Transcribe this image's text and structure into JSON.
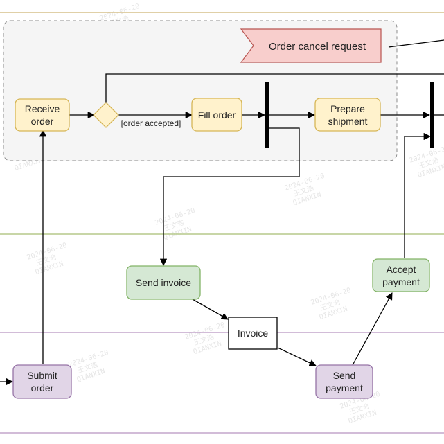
{
  "diagram": {
    "nodes": {
      "order_cancel_request": "Order cancel request",
      "receive_order": [
        "Receive",
        "order"
      ],
      "fill_order": "Fill order",
      "prepare_shipment": [
        "Prepare",
        "shipment"
      ],
      "send_invoice": "Send invoice",
      "invoice": "Invoice",
      "accept_payment": [
        "Accept",
        "payment"
      ],
      "submit_order": [
        "Submit",
        "order"
      ],
      "send_payment": [
        "Send",
        "payment"
      ]
    },
    "edges": {
      "order_accepted_guard": "[order accepted]"
    }
  },
  "watermark": [
    "2024-06-20",
    "王文浩",
    "QIANXIN"
  ],
  "colors": {
    "lane_line_green": "#b5c98a",
    "lane_line_purple": "#c3a6cc",
    "yellow_fill": "#fff2cc",
    "yellow_stroke": "#d6b656",
    "green_fill": "#d5e8d4",
    "green_stroke": "#82b366",
    "purple_fill": "#e1d5e7",
    "purple_stroke": "#9673a6",
    "red_fill": "#f8cecc",
    "red_stroke": "#b85450"
  }
}
